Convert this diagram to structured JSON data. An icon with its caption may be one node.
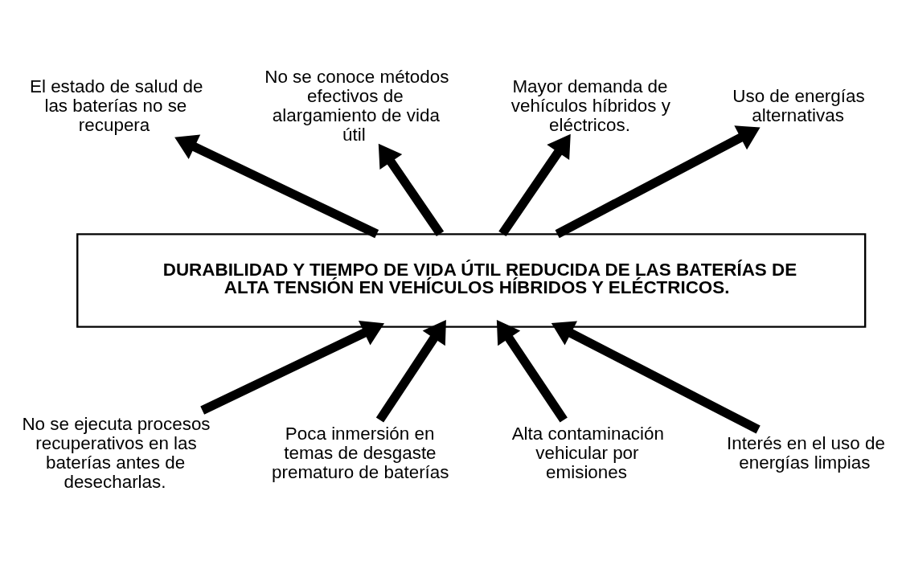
{
  "diagram": {
    "nodes": [
      {
        "text": [
          "El estado de salud de las baterías no se recupera"
        ]
      },
      {
        "text": [
          "No se conoce métodos efectivos de alargamiento de vida útil"
        ]
      },
      {
        "text": [
          "Mayor demanda de vehículos híbridos y eléctricos."
        ]
      },
      {
        "text": [
          "Uso de energías alternativas"
        ]
      },
      {
        "text": [
          "DURABILIDAD Y TIEMPO DE VIDA ÚTIL REDUCIDA DE LAS BATERÍAS DE ALTA TENSIÓN EN VEHÍCULOS HÍBRIDOS Y ELÉCTRICOS."
        ]
      },
      {
        "text": [
          "No se ejecuta procesos recuperativos en las baterías antes de desecharlas."
        ]
      },
      {
        "text": [
          "Poca inmersión en temas de desgaste prematuro de baterías"
        ]
      },
      {
        "text": [
          "Alta contaminación vehicular por emisiones"
        ]
      },
      {
        "text": [
          "Interés en el uso de energías limpias"
        ]
      }
    ],
    "edges": [
      {
        "from": 4,
        "to": 0,
        "arrow": "to"
      },
      {
        "from": 4,
        "to": 1,
        "arrow": "to"
      },
      {
        "from": 4,
        "to": 2,
        "arrow": "to"
      },
      {
        "from": 4,
        "to": 3,
        "arrow": "to"
      },
      {
        "from": 5,
        "to": 4,
        "arrow": "to"
      },
      {
        "from": 6,
        "to": 4,
        "arrow": "to"
      },
      {
        "from": 7,
        "to": 4,
        "arrow": "to"
      },
      {
        "from": 8,
        "to": 4,
        "arrow": "to"
      }
    ]
  }
}
